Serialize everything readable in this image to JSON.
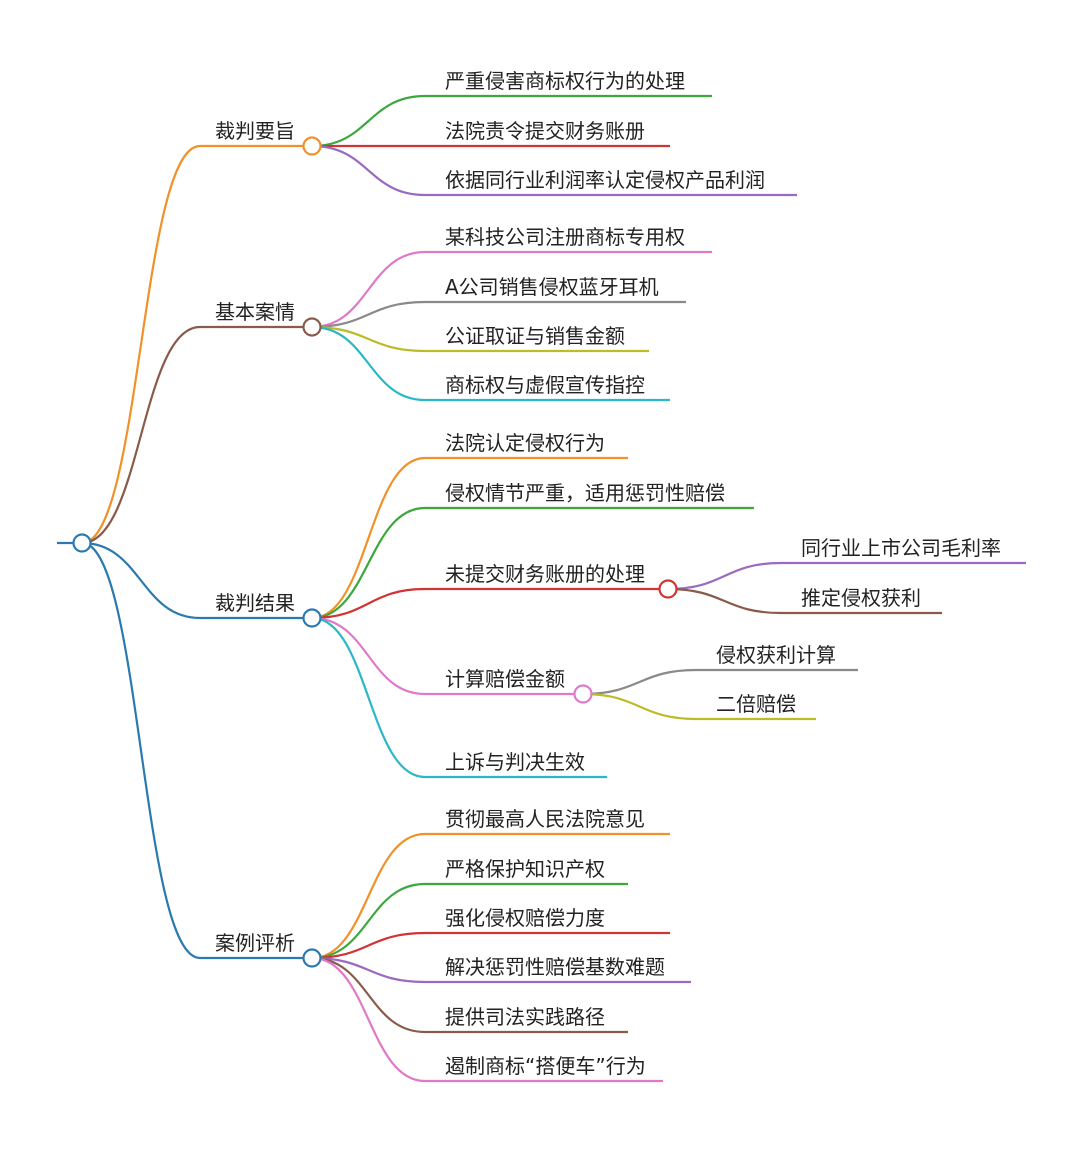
{
  "colors": {
    "root": "#2a7ab0",
    "orange": "#f0912a",
    "brown": "#8a5a4a",
    "blue": "#2a7ab0",
    "green": "#3aa83a",
    "red": "#d03434",
    "purple": "#9a6ac0",
    "pink": "#e07ac8",
    "gray": "#8a8a8a",
    "olive": "#bcbc2a",
    "cyan": "#2ab8c8"
  },
  "branches": [
    {
      "label": "裁判要旨",
      "color": "orange",
      "children": [
        {
          "label": "严重侵害商标权行为的处理",
          "color": "green"
        },
        {
          "label": "法院责令提交财务账册",
          "color": "red"
        },
        {
          "label": "依据同行业利润率认定侵权产品利润",
          "color": "purple"
        }
      ]
    },
    {
      "label": "基本案情",
      "color": "brown",
      "children": [
        {
          "label": "某科技公司注册商标专用权",
          "color": "pink"
        },
        {
          "label": "A公司销售侵权蓝牙耳机",
          "color": "gray"
        },
        {
          "label": "公证取证与销售金额",
          "color": "olive"
        },
        {
          "label": "商标权与虚假宣传指控",
          "color": "cyan"
        }
      ]
    },
    {
      "label": "裁判结果",
      "color": "blue",
      "children": [
        {
          "label": "法院认定侵权行为",
          "color": "orange"
        },
        {
          "label": "侵权情节严重，适用惩罚性赔偿",
          "color": "green"
        },
        {
          "label": "未提交财务账册的处理",
          "color": "red",
          "children": [
            {
              "label": "同行业上市公司毛利率",
              "color": "purple"
            },
            {
              "label": "推定侵权获利",
              "color": "brown"
            }
          ]
        },
        {
          "label": "计算赔偿金额",
          "color": "pink",
          "children": [
            {
              "label": "侵权获利计算",
              "color": "gray"
            },
            {
              "label": "二倍赔偿",
              "color": "olive"
            }
          ]
        },
        {
          "label": "上诉与判决生效",
          "color": "cyan"
        }
      ]
    },
    {
      "label": "案例评析",
      "color": "blue",
      "children": [
        {
          "label": "贯彻最高人民法院意见",
          "color": "orange"
        },
        {
          "label": "严格保护知识产权",
          "color": "green"
        },
        {
          "label": "强化侵权赔偿力度",
          "color": "red"
        },
        {
          "label": "解决惩罚性赔偿基数难题",
          "color": "purple"
        },
        {
          "label": "提供司法实践路径",
          "color": "brown"
        },
        {
          "label": "遏制商标“搭便车”行为",
          "color": "pink"
        }
      ]
    }
  ]
}
